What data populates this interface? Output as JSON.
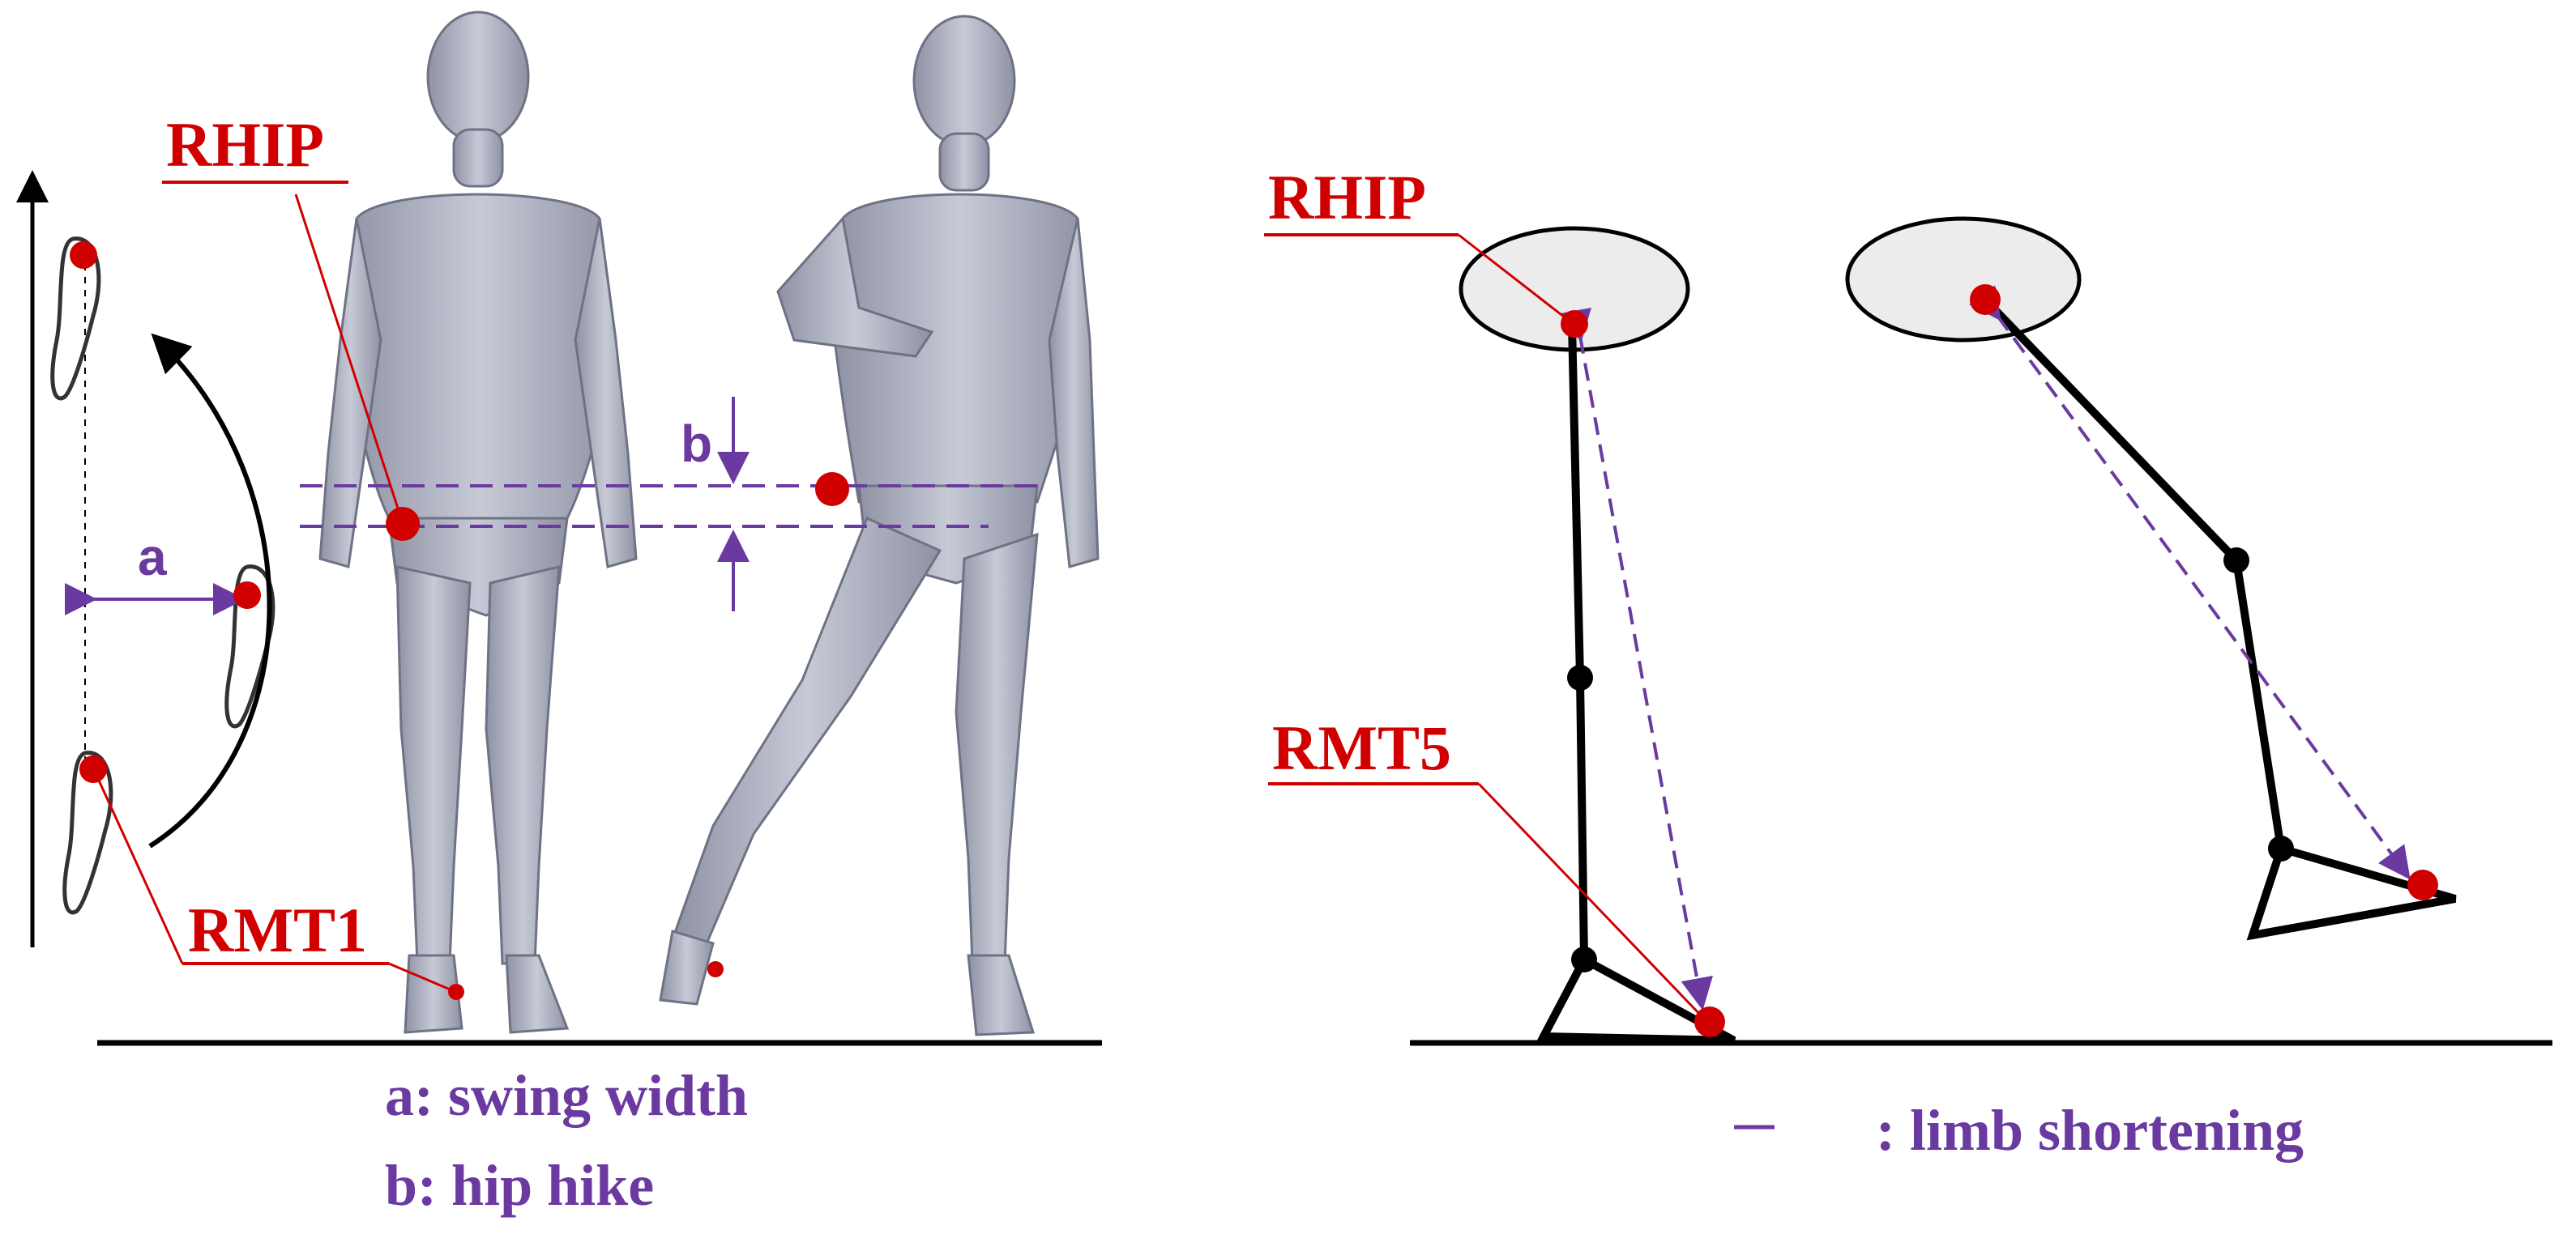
{
  "labels": {
    "rhip_left": "RHIP",
    "rmt1": "RMT1",
    "rhip_right": "RHIP",
    "rmt5": "RMT5",
    "a": "a",
    "b": "b"
  },
  "legend": {
    "swing_width": "a: swing width",
    "hip_hike": "b: hip hike",
    "limb_shortening": ": limb shortening"
  },
  "colors": {
    "marker": "#d10000",
    "annotation": "#6a3aa0",
    "figure": "#a4a8b8",
    "pelvis_fill": "#ececec",
    "line": "#000000"
  }
}
